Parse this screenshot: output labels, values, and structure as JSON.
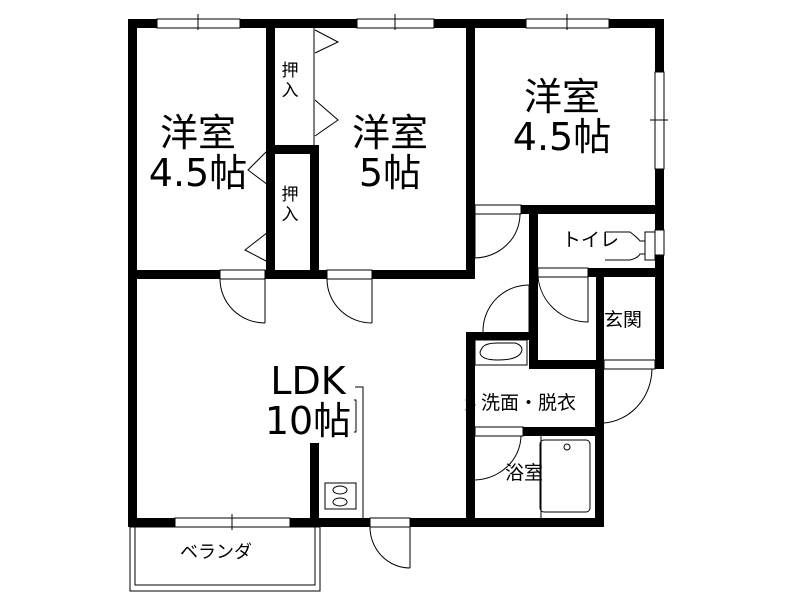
{
  "plan": {
    "rooms": [
      {
        "id": "western-room-1",
        "name": "洋室",
        "size": "4.5帖"
      },
      {
        "id": "western-room-2",
        "name": "洋室",
        "size": "5帖"
      },
      {
        "id": "western-room-3",
        "name": "洋室",
        "size": "4.5帖"
      },
      {
        "id": "ldk",
        "name": "LDK",
        "size": "10帖"
      },
      {
        "id": "toilet",
        "name": "トイレ"
      },
      {
        "id": "entrance",
        "name": "玄関"
      },
      {
        "id": "washroom",
        "name": "洗面・脱衣"
      },
      {
        "id": "bathroom",
        "name": "浴室"
      },
      {
        "id": "veranda",
        "name": "ベランダ"
      }
    ],
    "closets": [
      {
        "id": "closet-upper",
        "label_top": "押",
        "label_bottom": "入"
      },
      {
        "id": "closet-lower",
        "label_top": "押",
        "label_bottom": "入"
      }
    ],
    "colors": {
      "wall": "#000000",
      "background": "#ffffff",
      "line": "#000000"
    }
  }
}
